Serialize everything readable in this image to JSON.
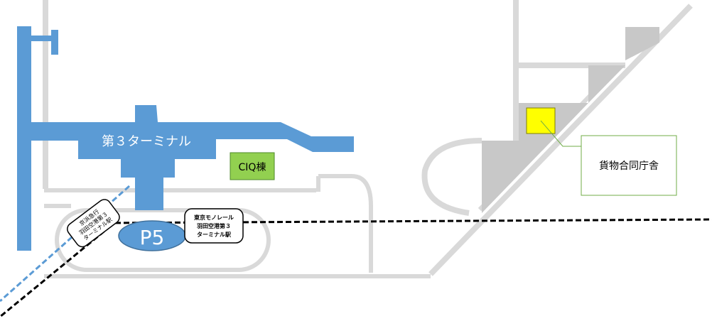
{
  "labels": {
    "terminal": "第３ターミナル",
    "ciq": "CIQ棟",
    "parking": "P5",
    "cargo_office": "貨物合同庁舎",
    "keikyu_station": [
      "京浜急行",
      "羽田空港第３",
      "ターミナル駅"
    ],
    "monorail_station": [
      "東京モノレール",
      "羽田空港第３",
      "ターミナル駅"
    ]
  },
  "colors": {
    "terminal": "#5b9bd5",
    "roads": "#d9d9d9",
    "cargo_area": "#c8c8c8",
    "ciq_fill": "#92d050",
    "highlight": "#ffff00",
    "callout_border": "#70ad47",
    "keikyu_line": "#5b9bd5",
    "rail_line": "#000000"
  }
}
